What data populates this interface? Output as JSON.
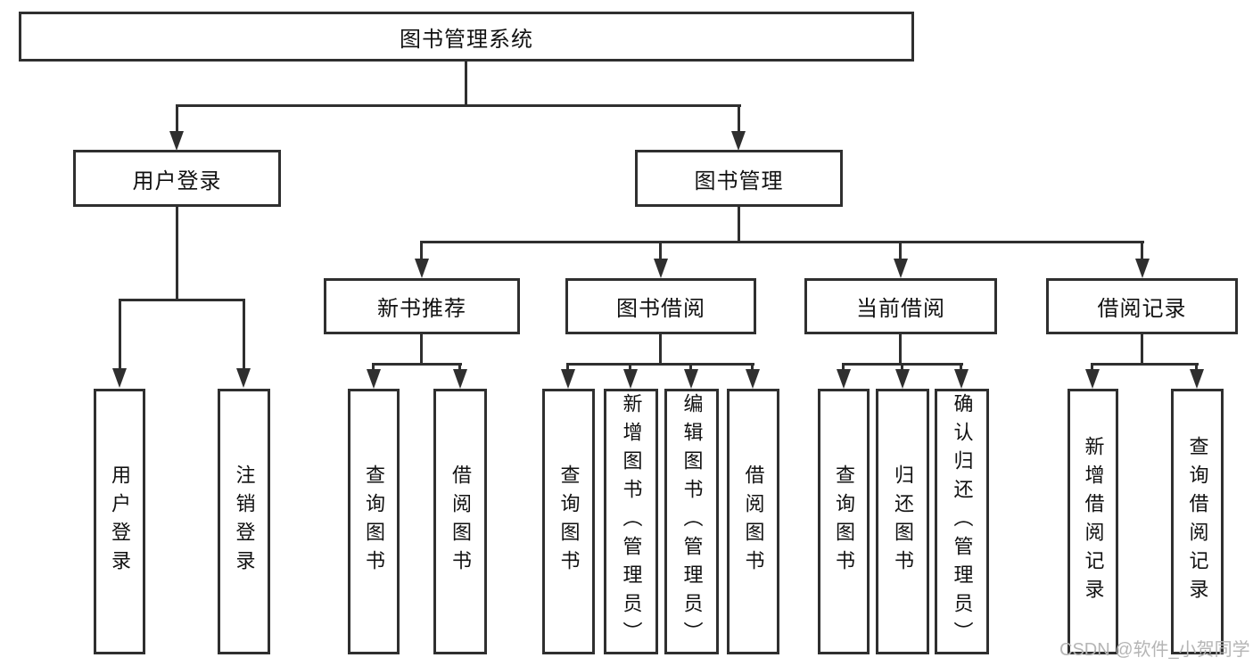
{
  "tree": {
    "label": "图书管理系统",
    "children": [
      {
        "label": "用户登录",
        "children": [
          {
            "label": "用户登录"
          },
          {
            "label": "注销登录"
          }
        ]
      },
      {
        "label": "图书管理",
        "children": [
          {
            "label": "新书推荐",
            "children": [
              {
                "label": "查询图书"
              },
              {
                "label": "借阅图书"
              }
            ]
          },
          {
            "label": "图书借阅",
            "children": [
              {
                "label": "查询图书"
              },
              {
                "label": "新增图书（管理员）"
              },
              {
                "label": "编辑图书（管理员）"
              },
              {
                "label": "借阅图书"
              }
            ]
          },
          {
            "label": "当前借阅",
            "children": [
              {
                "label": "查询图书"
              },
              {
                "label": "归还图书"
              },
              {
                "label": "确认归还（管理员）"
              }
            ]
          },
          {
            "label": "借阅记录",
            "children": [
              {
                "label": "新增借阅记录"
              },
              {
                "label": "查询借阅记录"
              }
            ]
          }
        ]
      }
    ]
  },
  "watermark": {
    "text": "CSDN @软件_小贺同学"
  },
  "colors": {
    "line": "#2f2f2f",
    "box_background": "#ffffff",
    "text": "#111111",
    "watermark": "#b5b5b5"
  }
}
